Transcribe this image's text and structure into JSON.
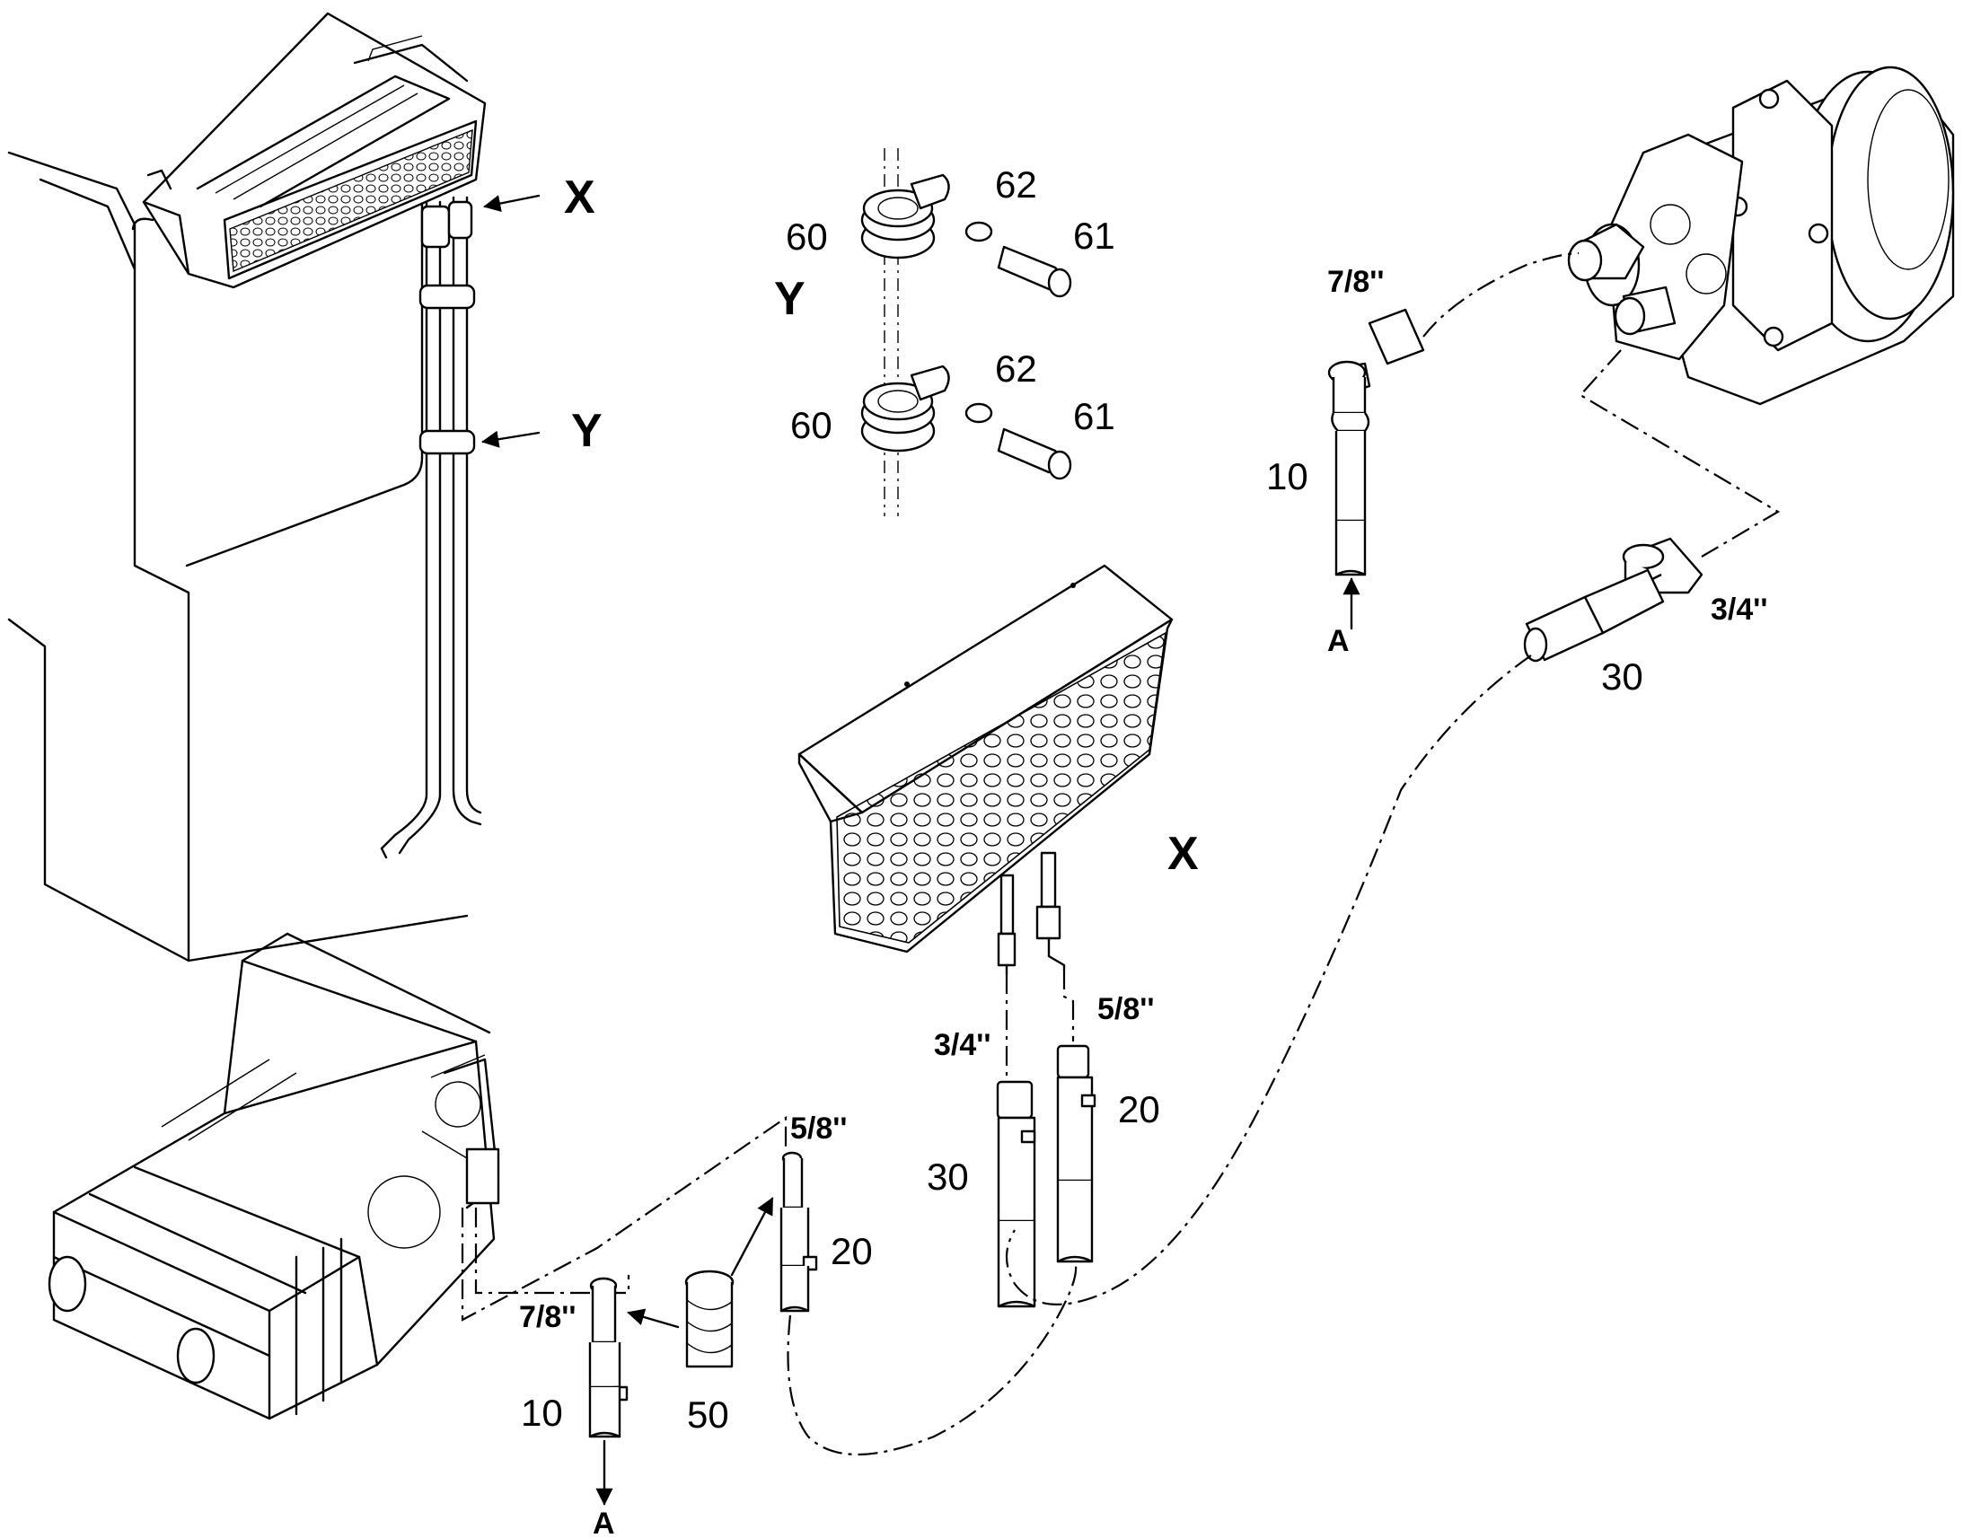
{
  "detail_labels": {
    "x": "X",
    "y": "Y"
  },
  "part_numbers": {
    "p10": "10",
    "p20": "20",
    "p30": "30",
    "p50": "50",
    "p60": "60",
    "p61": "61",
    "p62": "62"
  },
  "sizes": {
    "s7_8": "7/8''",
    "s5_8": "5/8''",
    "s3_4": "3/4''"
  },
  "connector": "A"
}
